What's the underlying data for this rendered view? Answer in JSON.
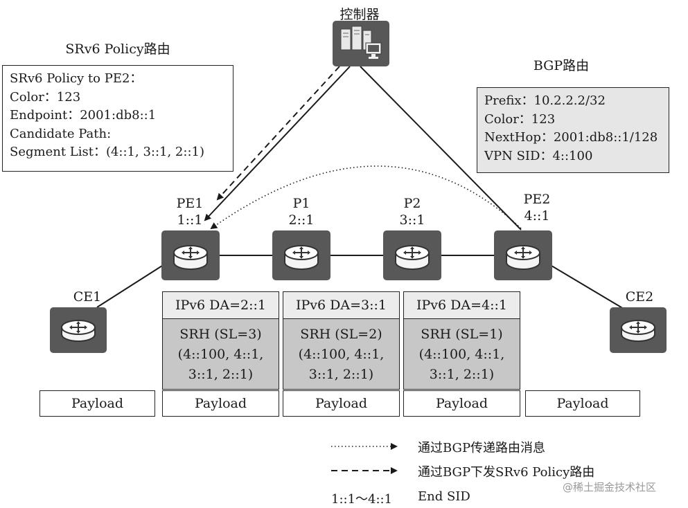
{
  "controller": {
    "label": "控制器"
  },
  "srv6_policy": {
    "title": "SRv6 Policy路由",
    "lines": [
      "SRv6 Policy to PE2：",
      "Color：123",
      "Endpoint：2001:db8::1",
      "Candidate Path:",
      "Segment List：(4::1, 3::1, 2::1)"
    ]
  },
  "bgp_route": {
    "title": "BGP路由",
    "lines": [
      "Prefix：10.2.2.2/32",
      "Color：123",
      "NextHop：2001:db8::1/128",
      "VPN SID：4::100"
    ]
  },
  "nodes": {
    "pe1": {
      "name": "PE1",
      "sid": "1::1"
    },
    "p1": {
      "name": "P1",
      "sid": "2::1"
    },
    "p2": {
      "name": "P2",
      "sid": "3::1"
    },
    "pe2": {
      "name": "PE2",
      "sid": "4::1"
    },
    "ce1": {
      "name": "CE1"
    },
    "ce2": {
      "name": "CE2"
    }
  },
  "packets": [
    {
      "da": "IPv6 DA=2::1",
      "srh": "SRH (SL=3)",
      "list1": "(4::100, 4::1,",
      "list2": "3::1, 2::1)",
      "payload": "Payload"
    },
    {
      "da": "IPv6 DA=3::1",
      "srh": "SRH (SL=2)",
      "list1": "(4::100, 4::1,",
      "list2": "3::1, 2::1)",
      "payload": "Payload"
    },
    {
      "da": "IPv6 DA=4::1",
      "srh": "SRH (SL=1)",
      "list1": "(4::100, 4::1,",
      "list2": "3::1, 2::1)",
      "payload": "Payload"
    }
  ],
  "edge_payloads": {
    "left": "Payload",
    "right": "Payload"
  },
  "legend": {
    "dotted": "通过BGP传递路由消息",
    "dashed": "通过BGP下发SRv6 Policy路由",
    "sid_range": "1::1～4::1",
    "sid_label": "End SID"
  },
  "watermark": "@稀土掘金技术社区",
  "colors": {
    "node_fill": "#585858",
    "srh_fill": "#c7c7c7",
    "header_fill": "#ececec",
    "bgp_box_fill": "#e6e6e6"
  }
}
